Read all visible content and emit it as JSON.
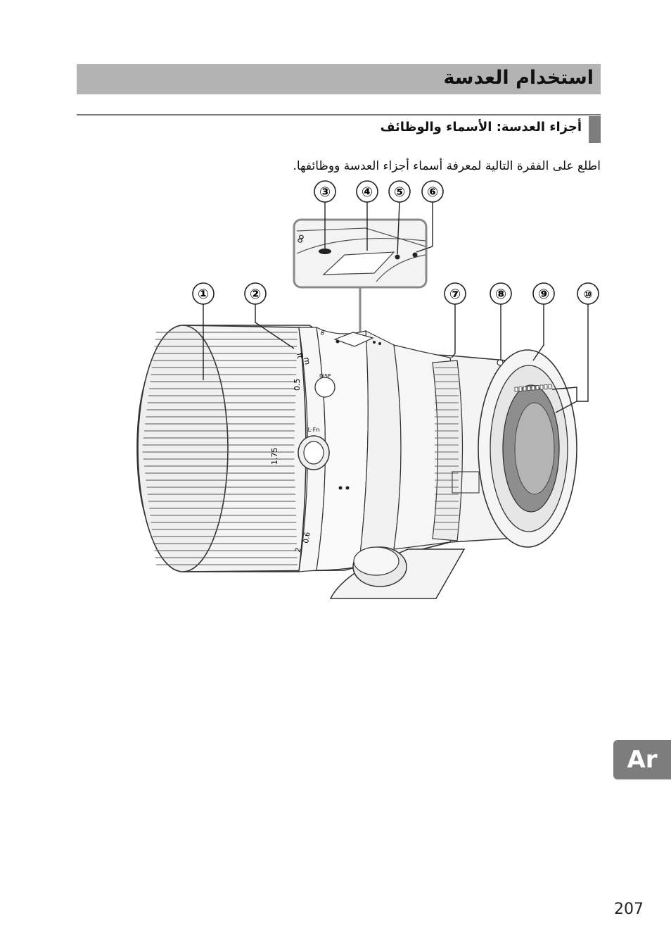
{
  "header": {
    "title": "استخدام العدسة"
  },
  "section": {
    "title": "أجزاء العدسة: الأسماء والوظائف"
  },
  "intro_text": "اطلع على الفقرة التالية لمعرفة أسماء أجزاء العدسة ووظائفها.",
  "diagram": {
    "callouts": [
      "③",
      "④",
      "⑤",
      "⑥",
      "①",
      "②",
      "⑦",
      "⑧",
      "⑨",
      "⑩"
    ],
    "lens_markings": {
      "infinity": "∞",
      "ft": "ft",
      "m": "m",
      "distance_0_5": "0.5",
      "distance_1_75": "1.75",
      "distance_0_6": "0.6",
      "distance_2": "2",
      "disp_label": "DISP",
      "lfn_label": "L-Fn"
    }
  },
  "language_tab": "Ar",
  "page_number": "207"
}
